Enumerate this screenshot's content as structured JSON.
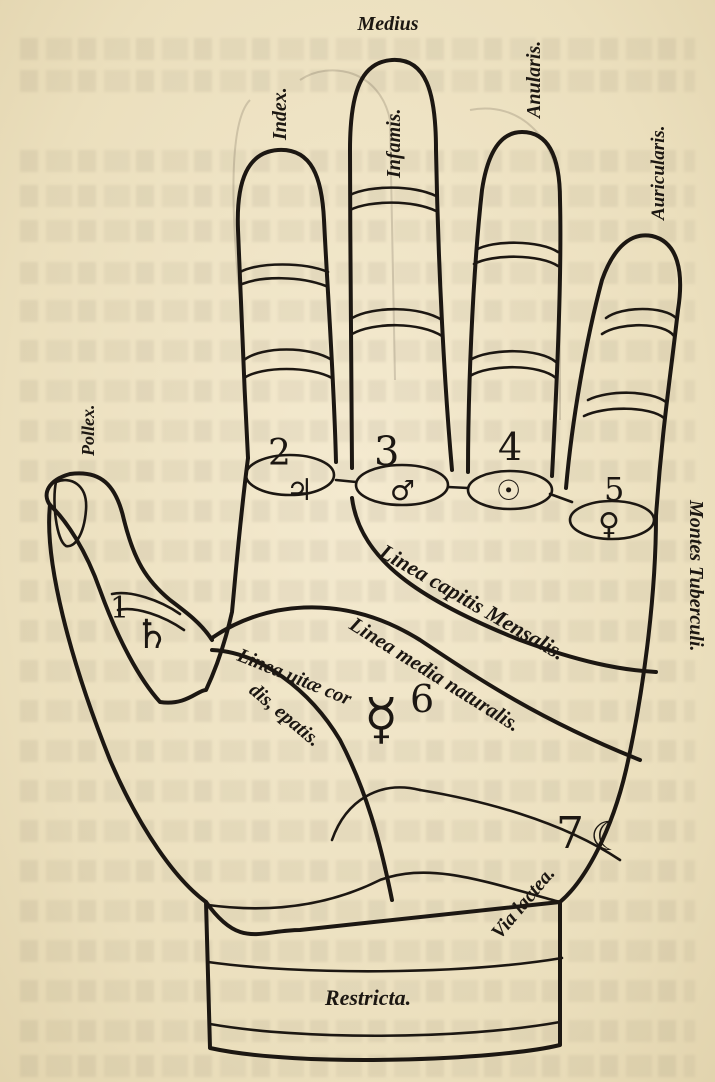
{
  "figure": {
    "fingers": {
      "thumb": "Pollex.",
      "index": "Index.",
      "middle": "Medius",
      "middle_segment": "Infamis.",
      "ring": "Anularis.",
      "little": "Auricularis."
    },
    "mounts": {
      "index": {
        "number": "2",
        "symbol": "♃"
      },
      "middle": {
        "number": "3",
        "symbol": "♂"
      },
      "ring": {
        "number": "4",
        "symbol": "☉"
      },
      "little": {
        "number": "5",
        "symbol": "♀"
      },
      "thumb": {
        "number": "1",
        "symbol": "♄"
      },
      "palm": {
        "number": "6",
        "symbol": "☿"
      },
      "moon": {
        "number": "7",
        "symbol": "☾"
      }
    },
    "lines": {
      "head": "Linea capitis Mensalis.",
      "middle": "Linea media naturalis.",
      "life_1": "Linea uitæ cor",
      "life_2": "dis, epatis.",
      "milky_way": "Via lactea."
    },
    "side_label": "Montes Tuberculi.",
    "wrist_label": "Restricta."
  }
}
